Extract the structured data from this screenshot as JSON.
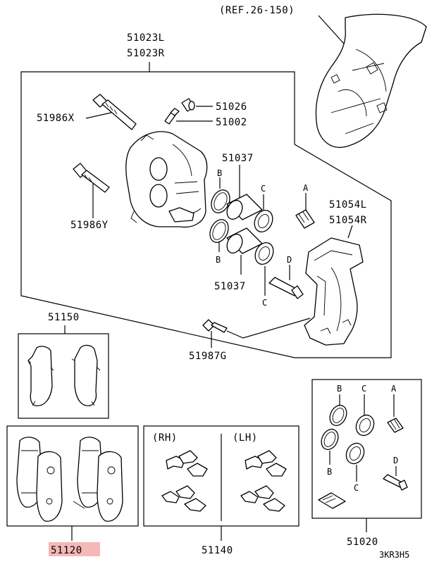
{
  "labels": {
    "ref": "(REF.26-150)",
    "caliper_l": "51023L",
    "caliper_r": "51023R",
    "bleeder_cap": "51026",
    "bleeder_screw": "51002",
    "bolt_x": "51986X",
    "bolt_y": "51986Y",
    "piston_top": "51037",
    "piston_bottom": "51037",
    "support_l": "51054L",
    "support_r": "51054R",
    "bolt_g": "51987G",
    "shim_kit": "51150",
    "pad_set": "51120",
    "clip_kit": "51140",
    "seal_kit": "51020",
    "rh": "(RH)",
    "lh": "(LH)",
    "diagram_code": "3KR3H5"
  },
  "letters": {
    "b1": "B",
    "c1": "C",
    "b2": "B",
    "c2": "C",
    "a1": "A",
    "d1": "D",
    "kit_b1": "B",
    "kit_c1": "C",
    "kit_a": "A",
    "kit_b2": "B",
    "kit_d": "D",
    "kit_c2": "C"
  },
  "colors": {
    "highlight": "#f4b8b8",
    "line": "#000000"
  }
}
